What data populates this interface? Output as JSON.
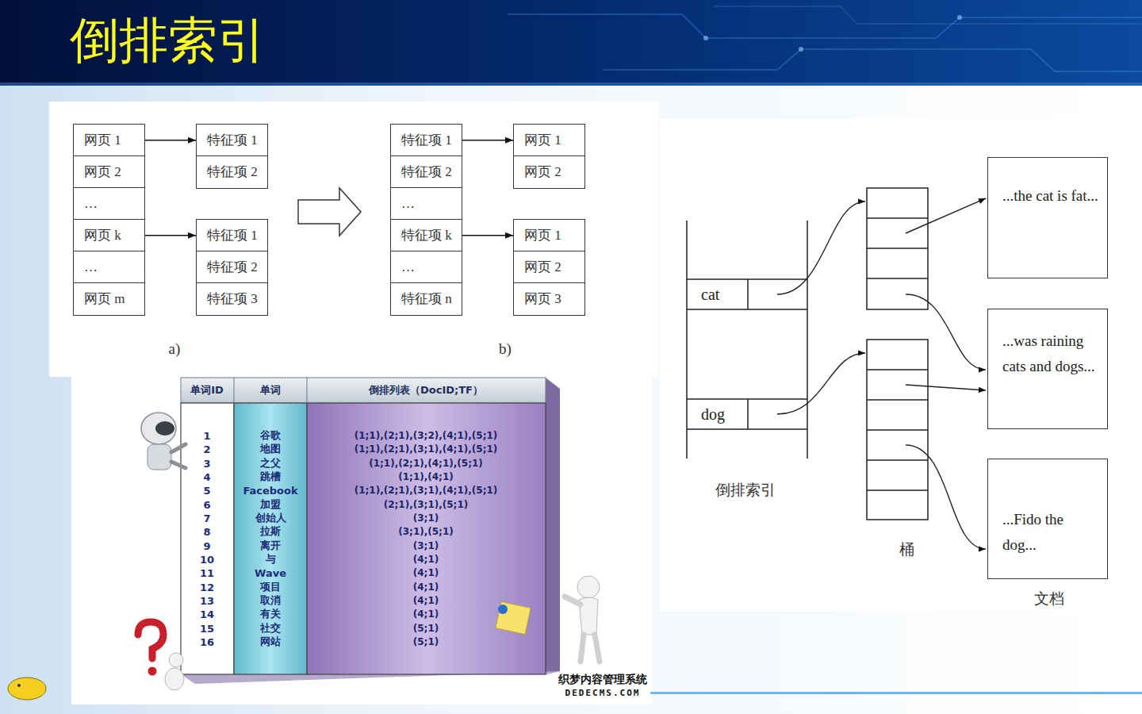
{
  "diagram": {
    "title": "倒排索引",
    "nodes": [
      {
        "text": [
          "网页 1"
        ]
      },
      {
        "text": [
          "网页 2"
        ]
      },
      {
        "text": [
          "…"
        ]
      },
      {
        "text": [
          "网页 k"
        ]
      },
      {
        "text": [
          "…"
        ]
      },
      {
        "text": [
          "网页 m"
        ]
      },
      {
        "text": [
          "特征项 1"
        ]
      },
      {
        "text": [
          "特征项 2"
        ]
      },
      {
        "text": [
          "特征项 1"
        ]
      },
      {
        "text": [
          "特征项 2"
        ]
      },
      {
        "text": [
          "特征项 3"
        ]
      },
      {
        "text": [
          "特征项 1"
        ]
      },
      {
        "text": [
          "特征项 2"
        ]
      },
      {
        "text": [
          "…"
        ]
      },
      {
        "text": [
          "特征项 k"
        ]
      },
      {
        "text": [
          "…"
        ]
      },
      {
        "text": [
          "特征项 n"
        ]
      },
      {
        "text": [
          "网页 1"
        ]
      },
      {
        "text": [
          "网页 2"
        ]
      },
      {
        "text": [
          "网页 1"
        ]
      },
      {
        "text": [
          "网页 2"
        ]
      },
      {
        "text": [
          "网页 3"
        ]
      },
      {
        "text": [
          "cat"
        ]
      },
      {
        "text": [
          "dog"
        ]
      },
      {
        "text": [
          "...the cat is fat..."
        ]
      },
      {
        "text": [
          "...was raining cats and dogs..."
        ]
      },
      {
        "text": [
          "...Fido the dog..."
        ]
      }
    ],
    "edges": [
      {
        "from": 0,
        "to": 6,
        "arrow": "to"
      },
      {
        "from": 3,
        "to": 8,
        "arrow": "to"
      },
      {
        "from": 11,
        "to": 17,
        "arrow": "to"
      },
      {
        "from": 14,
        "to": 19,
        "arrow": "to"
      }
    ],
    "labels": [
      "a)",
      "b)",
      "单词ID",
      "单词",
      "倒排列表（DocID;TF）",
      "1",
      "谷歌",
      "(1;1),(2;1),(3;2),(4;1),(5;1)",
      "2",
      "地图",
      "(1;1),(2;1),(3;1),(4;1),(5;1)",
      "3",
      "之父",
      "(1;1),(2;1),(4;1),(5;1)",
      "4",
      "跳槽",
      "(1;1),(4;1)",
      "5",
      "Facebook",
      "(1;1),(2;1),(3;1),(4;1),(5;1)",
      "6",
      "加盟",
      "(2;1),(3;1),(5;1)",
      "7",
      "创始人",
      "(3;1)",
      "8",
      "拉斯",
      "(3;1),(5;1)",
      "9",
      "离开",
      "(3;1)",
      "10",
      "与",
      "(4;1)",
      "11",
      "Wave",
      "(4;1)",
      "12",
      "项目",
      "(4;1)",
      "13",
      "取消",
      "(4;1)",
      "14",
      "有关",
      "(4;1)",
      "15",
      "社交",
      "(5;1)",
      "16",
      "网站",
      "(5;1)",
      "倒排索引",
      "桶",
      "文档",
      "织梦内容管理系统",
      "DEDECMS.COM"
    ]
  }
}
